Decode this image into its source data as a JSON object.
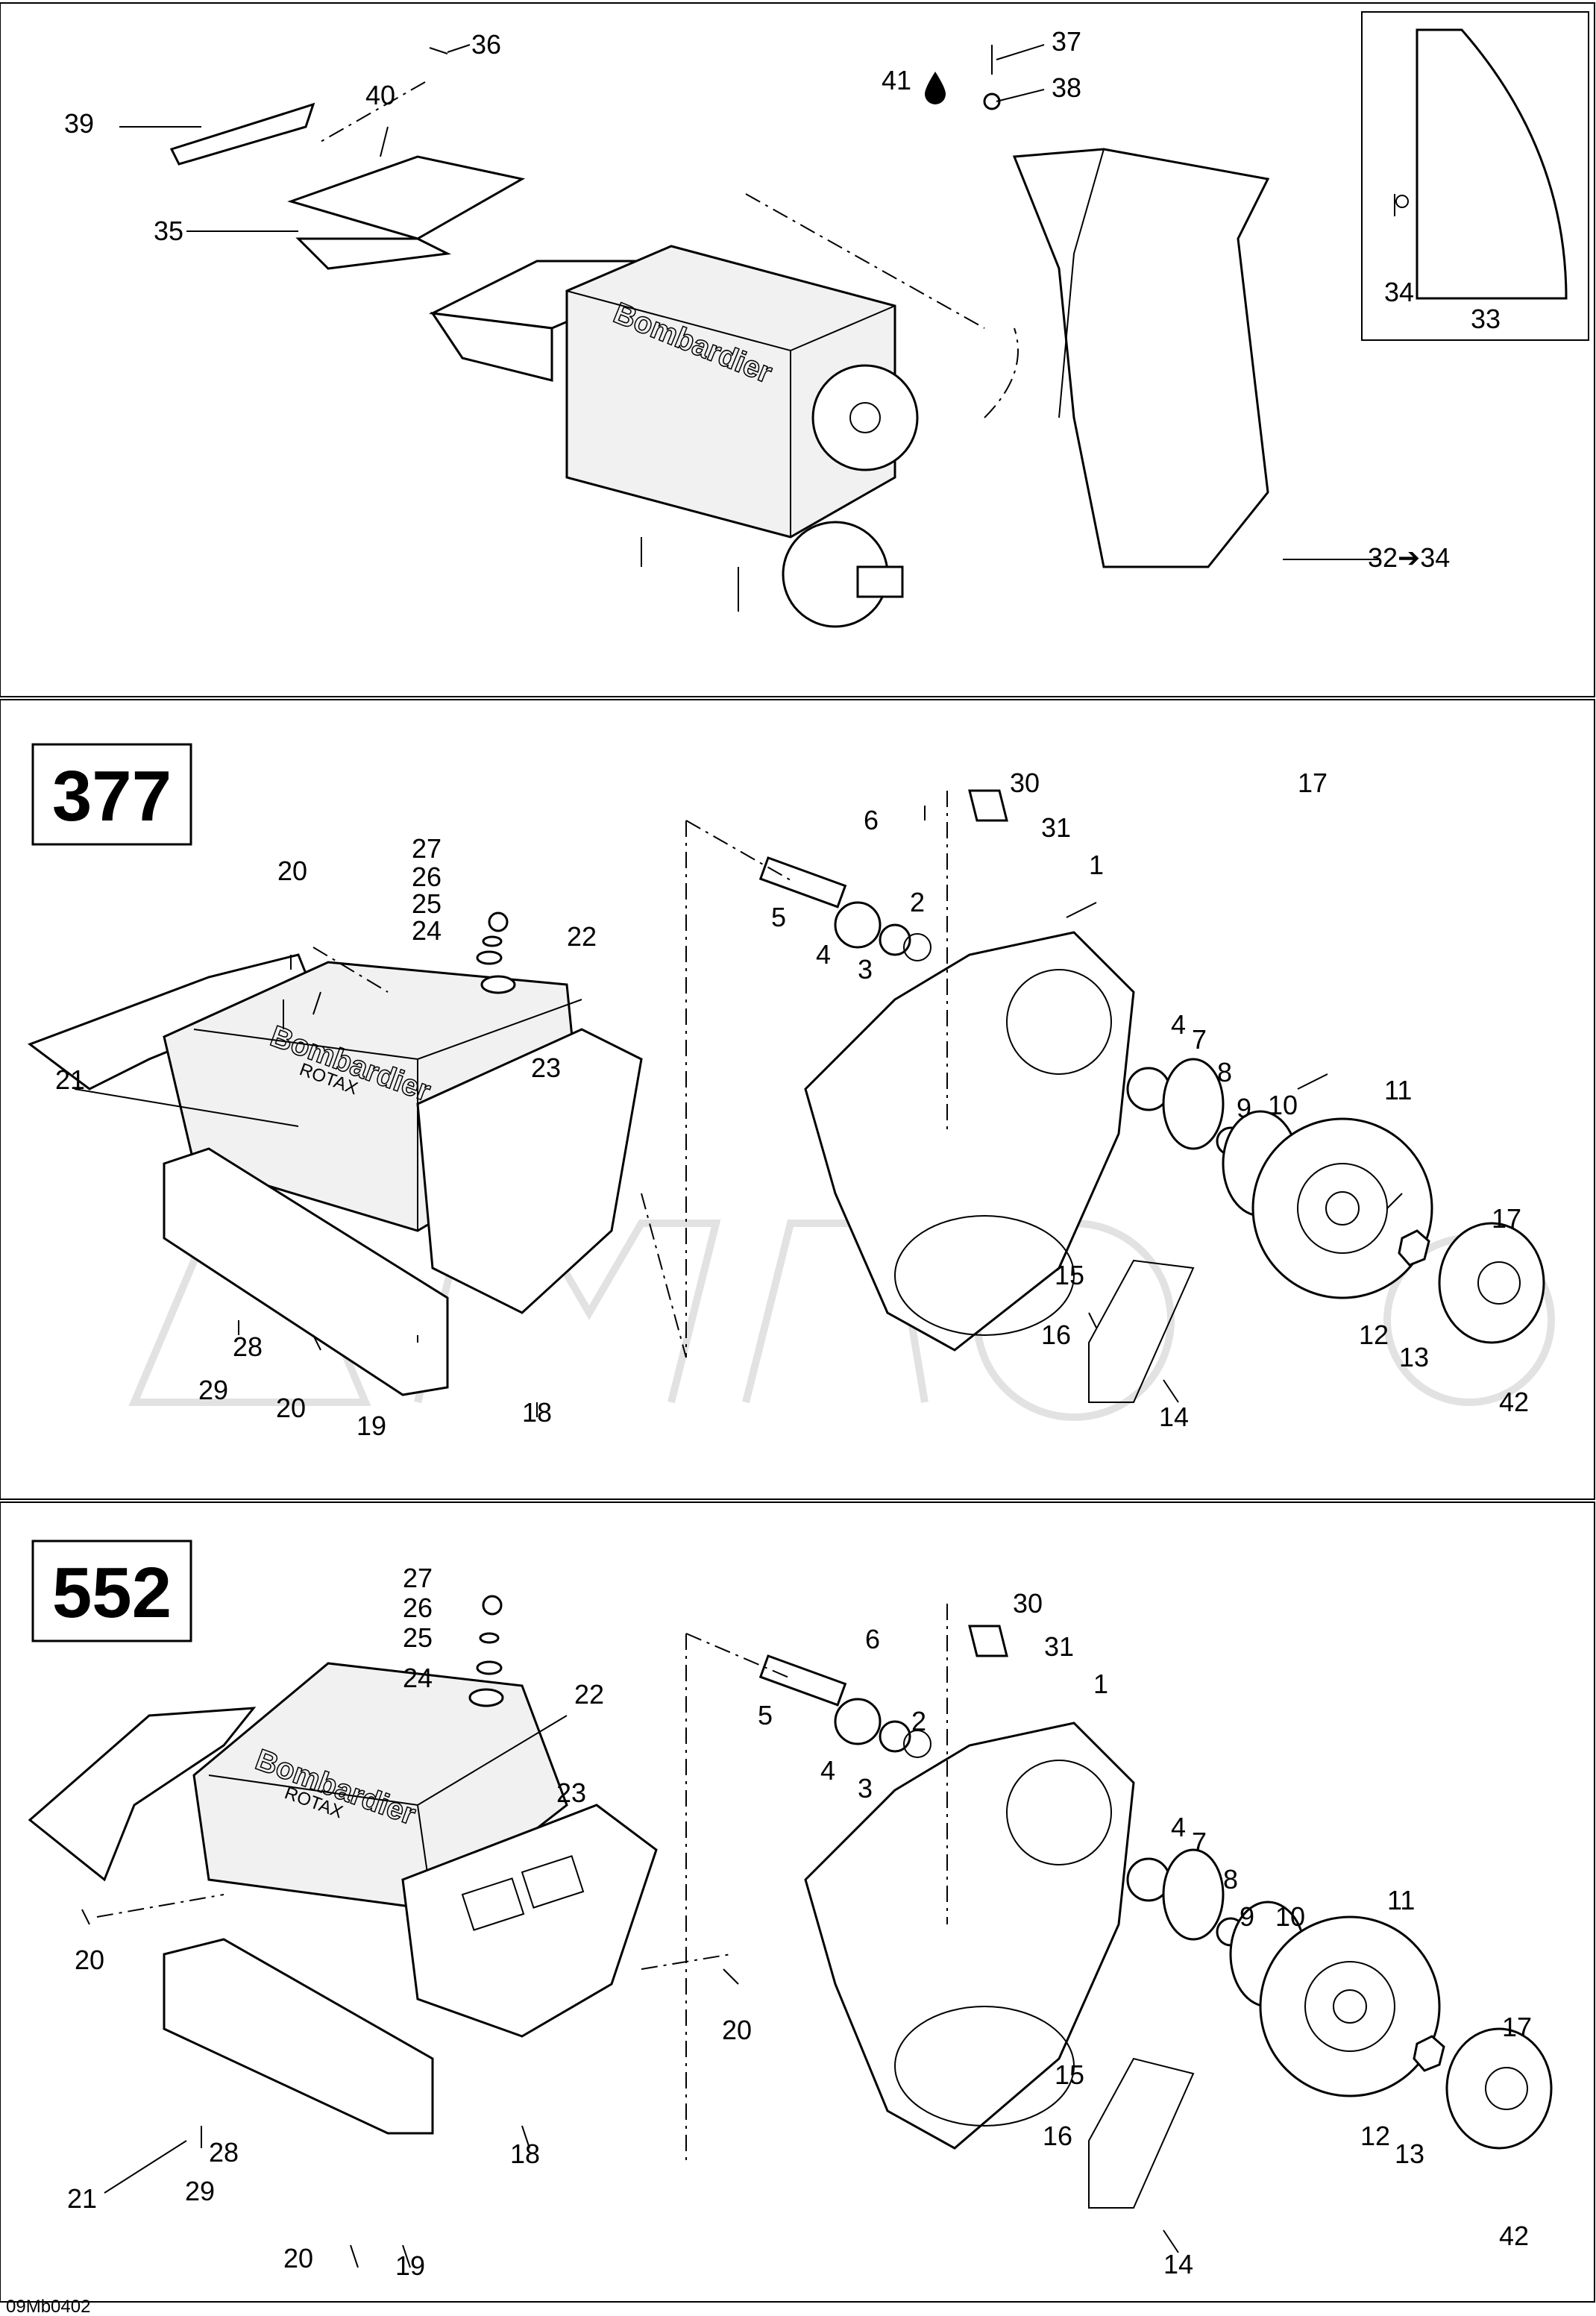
{
  "diagram": {
    "drawing_code": "09Mb0402",
    "top_panel": {
      "callouts": [
        "36",
        "37",
        "41",
        "38",
        "39",
        "40",
        "35",
        "32➔34",
        "34",
        "33"
      ]
    },
    "panel_377": {
      "model": "377",
      "callouts": [
        "20",
        "27",
        "26",
        "25",
        "24",
        "22",
        "23",
        "21",
        "28",
        "29",
        "20",
        "19",
        "18",
        "6",
        "30",
        "31",
        "17",
        "5",
        "2",
        "4",
        "3",
        "1",
        "4",
        "7",
        "8",
        "9",
        "10",
        "11",
        "17",
        "15",
        "16",
        "12",
        "13",
        "14",
        "42"
      ]
    },
    "panel_552": {
      "model": "552",
      "callouts": [
        "27",
        "26",
        "25",
        "24",
        "22",
        "23",
        "20",
        "20",
        "21",
        "28",
        "29",
        "20",
        "19",
        "18",
        "6",
        "30",
        "31",
        "5",
        "2",
        "4",
        "3",
        "1",
        "4",
        "7",
        "8",
        "9",
        "10",
        "11",
        "17",
        "15",
        "16",
        "12",
        "13",
        "14",
        "42"
      ]
    },
    "engine_brand": "Bombardier",
    "engine_sub_brand": "ROTAX",
    "icon_names": [
      "oil-drop-icon",
      "arrow-right-icon"
    ]
  }
}
